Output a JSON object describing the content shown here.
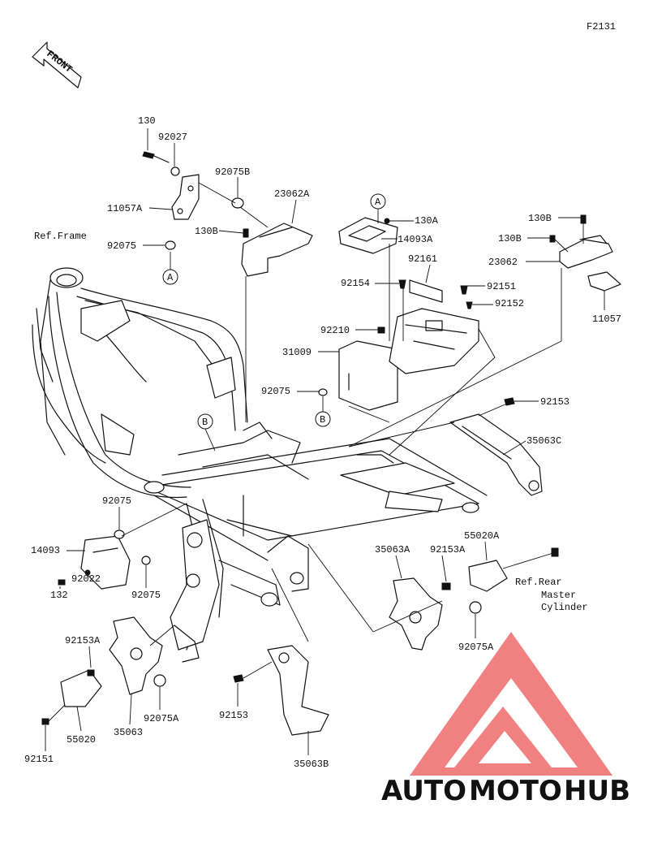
{
  "figure_code": "F2131",
  "front_label": "FRONT",
  "ref_labels": {
    "frame": "Ref.Frame",
    "rear_master_line1": "Ref.Rear",
    "rear_master_line2": "Master",
    "rear_master_line3": "Cylinder"
  },
  "callouts": {
    "c130": "130",
    "c92027": "92027",
    "c92075B": "92075B",
    "c23062A": "23062A",
    "c11057A": "11057A",
    "c130B_top": "130B",
    "c92075_top": "92075",
    "cA_130A": "130A",
    "c14093A": "14093A",
    "c130B_r1": "130B",
    "c130B_r2": "130B",
    "c23062": "23062",
    "c11057": "11057",
    "c92161": "92161",
    "c92154": "92154",
    "c92151_top": "92151",
    "c92152": "92152",
    "c92210": "92210",
    "c31009": "31009",
    "c92075_mid": "92075",
    "c92153_r": "92153",
    "c35063C": "35063C",
    "c92075_left": "92075",
    "c14093": "14093",
    "c92022": "92022",
    "c92075_left2": "92075",
    "c132": "132",
    "c35063A": "35063A",
    "c92153A_r": "92153A",
    "c55020A": "55020A",
    "c92075A_r": "92075A",
    "c92153A_l": "92153A",
    "c55020": "55020",
    "c35063": "35063",
    "c92075A_l": "92075A",
    "c92151_bot": "92151",
    "c92153_bot": "92153",
    "c35063B": "35063B"
  },
  "ref_markers": {
    "A": "A",
    "B": "B"
  },
  "watermark": {
    "part1": "AUTO",
    "part2": "MOTO",
    "part3": "HUB",
    "color_orange": "#f3a93a",
    "color_red": "#ef5d5d",
    "color_grey": "#8a8a8a"
  }
}
